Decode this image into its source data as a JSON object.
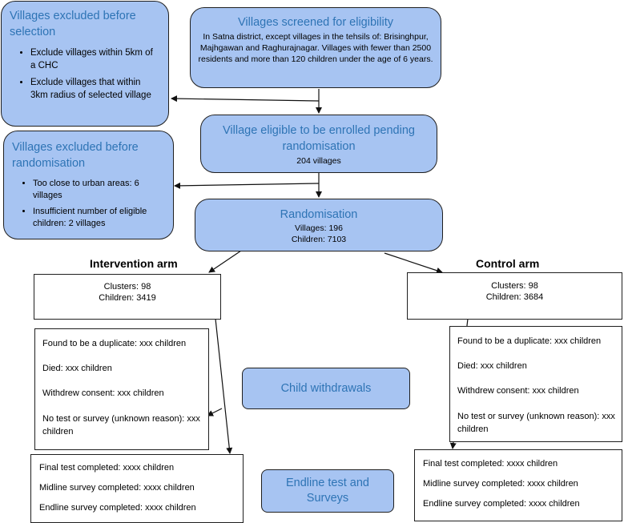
{
  "excluded_before_selection": {
    "title": "Villages excluded before selection",
    "items": [
      "Exclude villages within 5km of a CHC",
      "Exclude villages that within 3km radius of selected village"
    ]
  },
  "screened": {
    "title": "Villages screened for eligibility",
    "text": "In Satna district, except villages in the tehsils of: Brisinghpur, Majhgawan and Raghurajnagar. Villages with fewer than 2500 residents and more than 120 children under the age of 6 years."
  },
  "eligible": {
    "title": "Village eligible to be enrolled pending randomisation",
    "count": "204 villages"
  },
  "excluded_before_randomisation": {
    "title": "Villages excluded before randomisation",
    "items": [
      "Too close to urban areas: 6 villages",
      "Insufficient number of eligible children: 2 villages"
    ]
  },
  "randomisation": {
    "title": "Randomisation",
    "villages": "Villages: 196",
    "children": "Children: 7103"
  },
  "intervention": {
    "heading": "Intervention arm",
    "clusters": "Clusters: 98",
    "children": "Children: 3419"
  },
  "control": {
    "heading": "Control arm",
    "clusters": "Clusters: 98",
    "children": "Children: 3684"
  },
  "withdrawals": {
    "label": "Child withdrawals",
    "items": [
      "Found to be a duplicate: xxx children",
      "Died: xxx children",
      "Withdrew consent: xxx children",
      "No test or survey (unknown reason): xxx children"
    ]
  },
  "endline": {
    "label": "Endline test and Surveys",
    "items": [
      "Final test completed: xxxx children",
      "Midline survey completed: xxxx children",
      "Endline survey completed: xxxx children"
    ]
  }
}
